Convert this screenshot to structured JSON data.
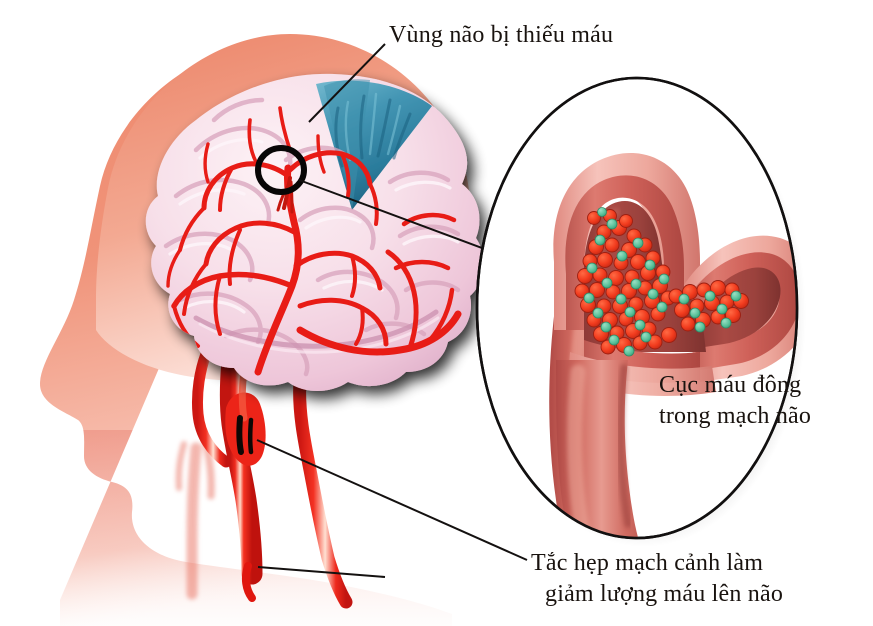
{
  "illustration": {
    "title": "Đột quỵ thiếu máu não - sơ đồ minh họa",
    "type": "medical-diagram",
    "subject": "ischemic-stroke"
  },
  "labels": {
    "ischemic_area": "Vùng não bị thiếu máu",
    "clot_line1": "Cục máu đông",
    "clot_line2": "trong mạch não",
    "stenosis_line1": "Tắc hẹp mạch cảnh làm",
    "stenosis_line2": "giảm lượng máu lên não"
  },
  "parts": {
    "head_silhouette": "head-profile-silhouette",
    "brain": "brain-lateral-view",
    "ischemic_wedge": "ischemic-territory-wedge",
    "occlusion_marker": "occlusion-circle-marker",
    "carotid_arteries": "carotid-artery-group",
    "stenosis_marker": "carotid-stenosis-plaque",
    "magnifier_inset": "magnified-vessel-inset",
    "vessel_bifurcation": "artery-bifurcation-cutaway",
    "thrombus": "blood-clot-mass",
    "red_blood_cells": "red-blood-cell",
    "platelets": "platelet",
    "leader_line_ischemic": "leader-line-ischemic",
    "leader_line_magnifier": "leader-line-magnifier",
    "leader_line_clot": "leader-line-clot",
    "leader_line_stenosis_upper": "leader-line-stenosis-upper",
    "leader_line_stenosis_lower": "leader-line-stenosis-lower"
  },
  "colors": {
    "background": "#ffffff",
    "head_skin_top": "#ef8d72",
    "head_skin_bottom": "#fbe2da",
    "brain_light": "#fbe9ef",
    "brain_mid": "#f2cedd",
    "brain_shade": "#d9a3bd",
    "vessel_red": "#e81d19",
    "ischemic_teal": "#2a7f9e",
    "ischemic_teal_light": "#63b3cb",
    "outline_black": "#111111",
    "vessel_rim": "#f2ada4",
    "vessel_wall": "#d4655f",
    "vessel_lumen": "#a8443f",
    "rbc": "#f23c1e",
    "rbc_shadow": "#b9291a",
    "platelet": "#5cc39c",
    "text": "#19130f"
  }
}
